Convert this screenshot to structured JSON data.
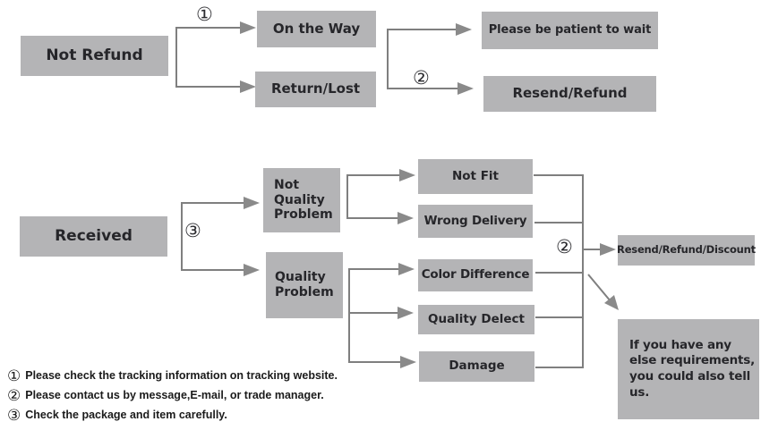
{
  "colors": {
    "box_fill": "#b4b4b6",
    "line": "#7f7f7f",
    "arrow": "#8a8a8a",
    "text": "#26262a"
  },
  "flow_not_refund": {
    "root": "Not Refund",
    "step1_label": "①",
    "on_the_way": "On the Way",
    "return_lost": "Return/Lost",
    "step2_label": "②",
    "please_wait": "Please be patient to wait",
    "resend_refund": "Resend/Refund"
  },
  "flow_received": {
    "root": "Received",
    "step3_label": "③",
    "not_quality_problem": "Not Quality Problem",
    "quality_problem": "Quality Problem",
    "not_fit": "Not Fit",
    "wrong_delivery": "Wrong Delivery",
    "color_difference": "Color Difference",
    "quality_delect": "Quality Delect",
    "damage": "Damage",
    "step2_label": "②",
    "resend_refund_discount": "Resend/Refund/Discount",
    "else_requirements": "If you have any else requirements, you could also tell us."
  },
  "notes": [
    {
      "num": "①",
      "text": "Please check the tracking information on tracking website."
    },
    {
      "num": "②",
      "text": "Please contact us by message,E-mail, or trade manager."
    },
    {
      "num": "③",
      "text": "Check the package and item carefully."
    }
  ]
}
